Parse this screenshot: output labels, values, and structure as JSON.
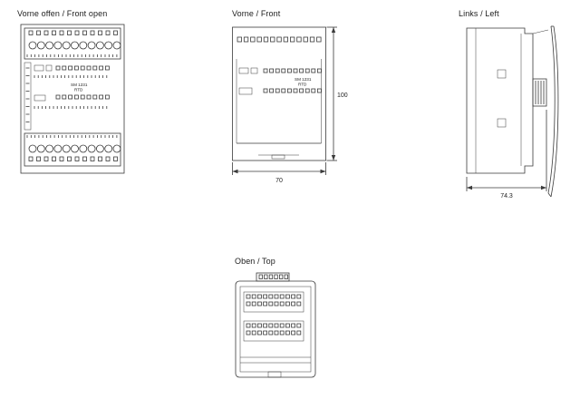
{
  "views": {
    "front_open": {
      "label": "Vorne offen / Front open",
      "module_line1": "SM 1231",
      "module_line2": "RTD"
    },
    "front": {
      "label": "Vorne / Front",
      "module_line1": "SM 1231",
      "module_line2": "RTD",
      "dim_height": "100",
      "dim_width": "70"
    },
    "left": {
      "label": "Links / Left",
      "dim_depth": "74.3"
    },
    "top": {
      "label": "Oben / Top"
    }
  }
}
